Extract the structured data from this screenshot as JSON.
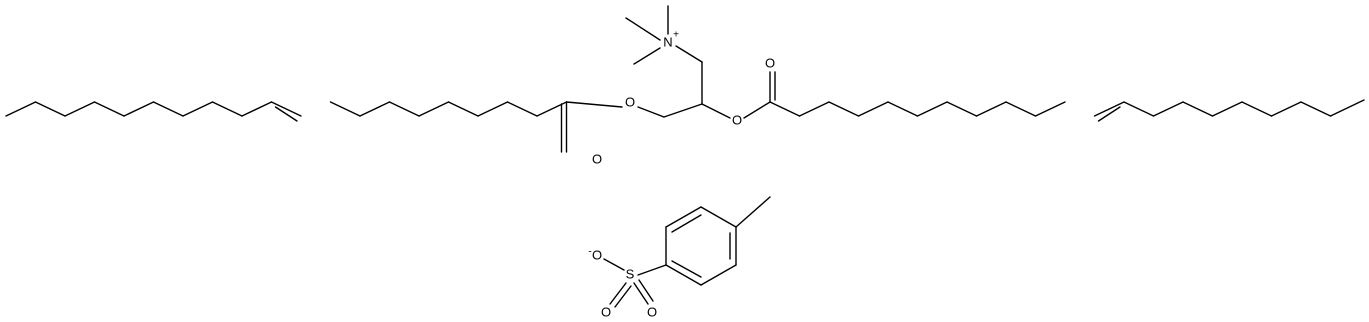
{
  "molecule": {
    "atom_labels": {
      "nitrogen": "N",
      "nitrogen_charge": "+",
      "ester_oxygen_left": "O",
      "carbonyl_oxygen_left": "O",
      "ester_oxygen_right": "O",
      "carbonyl_oxygen_right": "O",
      "sulfonate_oxygen_minus": "O",
      "sulfonate_oxygen_minus_charge": "-",
      "sulfur": "S",
      "sulfonyl_oxygen_1": "O",
      "sulfonyl_oxygen_2": "O"
    },
    "colors": {
      "bond": "#000000",
      "label": "#000000",
      "background": "#ffffff"
    }
  }
}
